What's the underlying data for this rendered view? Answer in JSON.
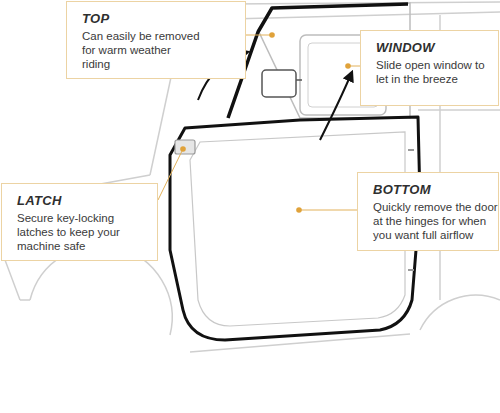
{
  "diagram": {
    "nodes": [
      {
        "text": [
          "TOP",
          "Can easily be removed for warm weather riding"
        ]
      },
      {
        "text": [
          "WINDOW",
          "Slide open window to let in the breeze"
        ]
      },
      {
        "text": [
          "LATCH",
          "Secure key-locking latches to keep your machine safe"
        ]
      },
      {
        "text": [
          "BOTTOM",
          "Quickly remove the door at the hinges for when you want full airflow"
        ]
      }
    ]
  }
}
